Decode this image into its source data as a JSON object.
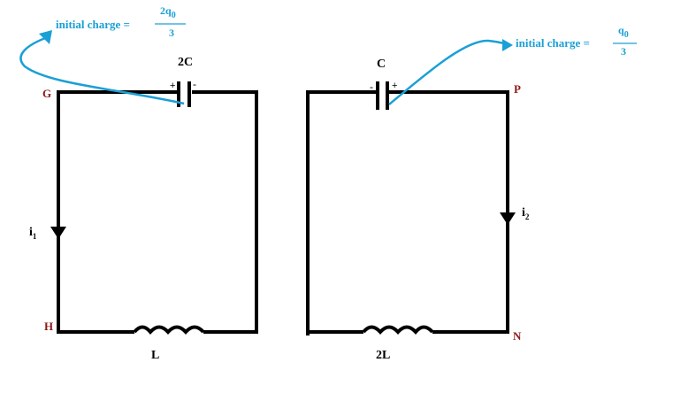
{
  "colors": {
    "wire": "#000000",
    "annotation": "#1a9fd6",
    "node_label": "#8b1a1a"
  },
  "left_circuit": {
    "capacitor": "2C",
    "plus": "+",
    "minus": "-",
    "inductor": "L",
    "current": {
      "letter": "i",
      "subscript": "1"
    },
    "nodes": {
      "top_left": "G",
      "bottom_left": "H"
    },
    "annotation": {
      "text": "initial charge =",
      "numerator": "2q",
      "numerator_subscript": "0",
      "denominator": "3"
    }
  },
  "right_circuit": {
    "capacitor": "C",
    "plus": "+",
    "minus": "-",
    "inductor": "2L",
    "current": {
      "letter": "i",
      "subscript": "2"
    },
    "nodes": {
      "top_right": "P",
      "bottom_right": "N"
    },
    "annotation": {
      "text": "initial charge =",
      "numerator": "q",
      "numerator_subscript": "0",
      "denominator": "3"
    }
  }
}
